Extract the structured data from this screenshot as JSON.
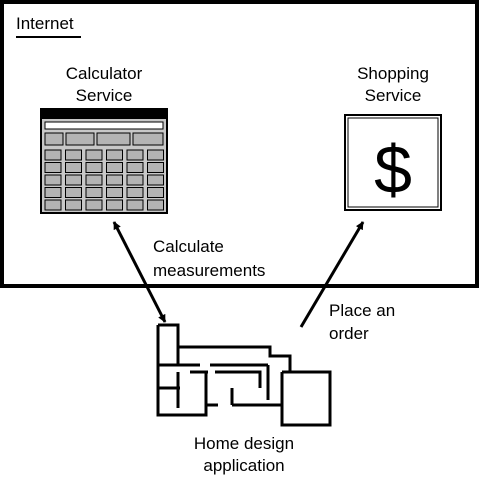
{
  "internet_label": "Internet",
  "calculator_service": {
    "line1": "Calculator",
    "line2": "Service"
  },
  "shopping_service": {
    "line1": "Shopping",
    "line2": "Service",
    "symbol": "$"
  },
  "calculate_label": {
    "line1": "Calculate",
    "line2": "measurements"
  },
  "order_label": {
    "line1": "Place an",
    "line2": "order"
  },
  "home_design": {
    "line1": "Home design",
    "line2": "application"
  },
  "colors": {
    "line": "#000000",
    "calculator_body": "#c8c8c8",
    "calculator_keys": "#b4b4b4",
    "background": "#ffffff"
  }
}
